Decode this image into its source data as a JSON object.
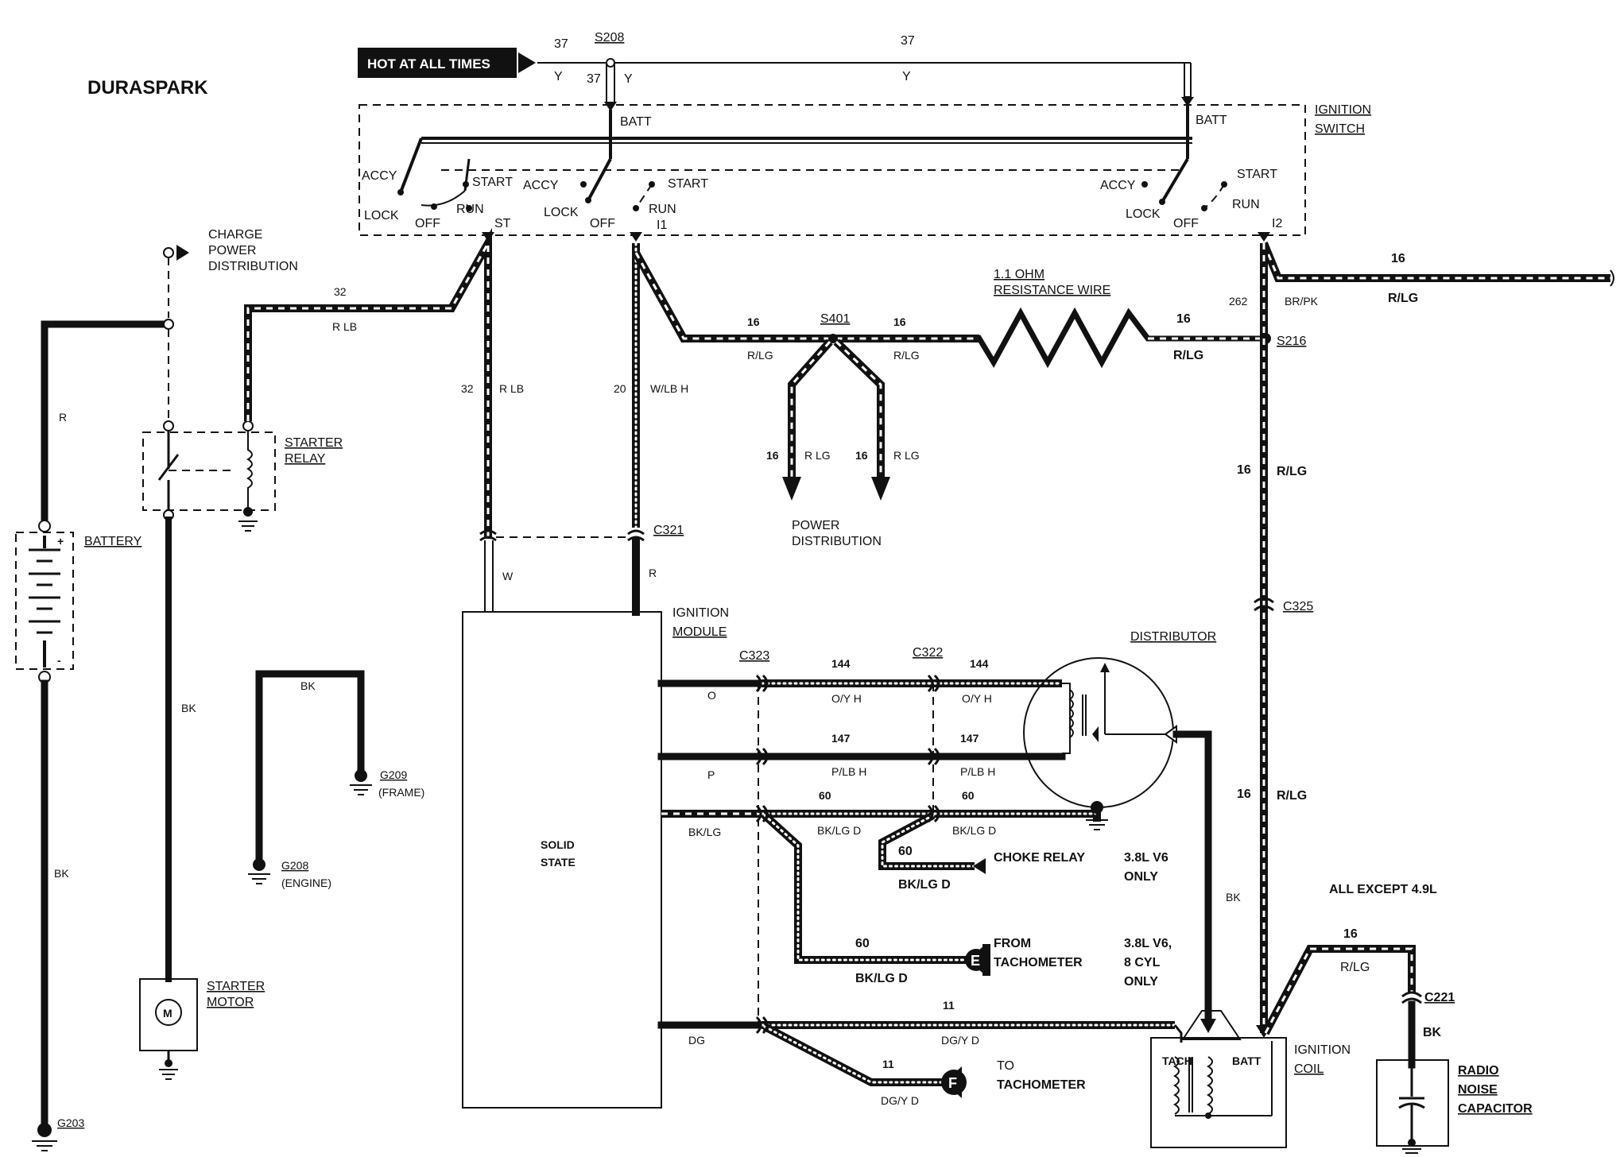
{
  "title": "DURASPARK",
  "hot_at_all_times": "HOT AT ALL TIMES",
  "splices": {
    "s208": "S208",
    "s401": "S401",
    "s216": "S216"
  },
  "connectors": {
    "c321": "C321",
    "c322": "C322",
    "c323": "C323",
    "c325": "C325",
    "c221": "C221"
  },
  "grounds": {
    "g203": "G203",
    "g208": "G208",
    "g208_note": "(ENGINE)",
    "g209": "G209",
    "g209_note": "(FRAME)"
  },
  "ignition_switch": {
    "label_1": "IGNITION",
    "label_2": "SWITCH",
    "batt": "BATT",
    "accy": "ACCY",
    "lock": "LOCK",
    "off": "OFF",
    "run": "RUN",
    "start": "START",
    "st": "ST",
    "i1": "I1",
    "i2": "I2"
  },
  "components": {
    "charge_1": "CHARGE",
    "charge_2": "POWER",
    "charge_3": "DISTRIBUTION",
    "starter_relay_1": "STARTER",
    "starter_relay_2": "RELAY",
    "battery": "BATTERY",
    "starter_motor_1": "STARTER",
    "starter_motor_2": "MOTOR",
    "motor_symbol": "M",
    "ignition_module_1": "IGNITION",
    "ignition_module_2": "MODULE",
    "solid_state_1": "SOLID",
    "solid_state_2": "STATE",
    "resistance_1": "1.1 OHM",
    "resistance_2": "RESISTANCE WIRE",
    "power_dist_1": "POWER",
    "power_dist_2": "DISTRIBUTION",
    "distributor": "DISTRIBUTOR",
    "choke_relay": "CHOKE RELAY",
    "choke_note_1": "3.8L V6",
    "choke_note_2": "ONLY",
    "from_tach_1": "FROM",
    "from_tach_2": "TACHOMETER",
    "from_tach_note_1": "3.8L V6,",
    "from_tach_note_2": "8 CYL",
    "from_tach_note_3": "ONLY",
    "to_tach_1": "TO",
    "to_tach_2": "TACHOMETER",
    "ignition_coil_1": "IGNITION",
    "ignition_coil_2": "COIL",
    "tach": "TACH",
    "coil_batt": "BATT",
    "all_except": "ALL EXCEPT 4.9L",
    "radio_1": "RADIO",
    "radio_2": "NOISE",
    "radio_3": "CAPACITOR",
    "conn_e": "E",
    "conn_f": "F"
  },
  "wires": {
    "w37": "37",
    "y": "Y",
    "w32": "32",
    "rlb": "R LB",
    "rlb2": "R/LB",
    "w20": "20",
    "wlbh": "W/LB H",
    "w": "W",
    "r": "R",
    "w16": "16",
    "rlg": "R/LG",
    "rlg_sp": "R LG",
    "w262": "262",
    "brpk": "BR/PK",
    "bk": "BK",
    "w144": "144",
    "oyh": "O/Y H",
    "o": "O",
    "w147": "147",
    "plbh": "P/LB H",
    "p": "P",
    "w60": "60",
    "bklg": "BK/LG",
    "bklgd": "BK/LG D",
    "dg": "DG",
    "w11": "11",
    "dgyd": "DG/Y D"
  }
}
